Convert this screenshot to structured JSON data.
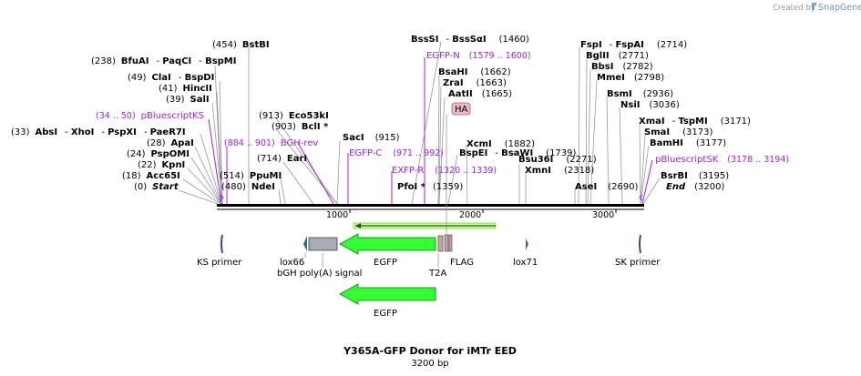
{
  "branding": {
    "created_by": "Created by",
    "name": "SnapGene"
  },
  "title": "Y365A-GFP Donor for iMTr EED",
  "length_label": "3200 bp",
  "total_bp": 3200,
  "ruler": {
    "ticks": [
      "1000",
      "2000",
      "3000"
    ]
  },
  "sites": [
    {
      "name": "BstBI",
      "pos": "(454)"
    },
    {
      "name": "BfuAI",
      "pre": "(238)",
      "extra": [
        "PaqCI",
        "BspMI"
      ]
    },
    {
      "name": "ClaI",
      "pre": "(49)",
      "extra": [
        "BspDI"
      ]
    },
    {
      "name": "HincII",
      "pre": "(41)"
    },
    {
      "name": "SalI",
      "pre": "(39)"
    },
    {
      "name": "AbsI",
      "pre": "(33)",
      "extra": [
        "XhoI",
        "PspXI",
        "PaeR7I"
      ]
    },
    {
      "name": "ApaI",
      "pre": "(28)"
    },
    {
      "name": "PspOMI",
      "pre": "(24)"
    },
    {
      "name": "KpnI",
      "pre": "(22)"
    },
    {
      "name": "Acc65I",
      "pre": "(18)"
    },
    {
      "name": "Start",
      "pre": "(0)"
    },
    {
      "name": "Eco53kI",
      "pre": "(913)"
    },
    {
      "name": "BclI *",
      "pre": "(903)"
    },
    {
      "name": "EarI",
      "pre": "(714)"
    },
    {
      "name": "PpuMI",
      "pre": "(514)"
    },
    {
      "name": "NdeI",
      "pre": "(480)"
    },
    {
      "name": "SacI",
      "pos": "(915)"
    },
    {
      "name": "BssSI",
      "extra": [
        "BssSαI"
      ],
      "pos": "(1460)"
    },
    {
      "name": "BsaHI",
      "pos": "(1662)"
    },
    {
      "name": "ZraI",
      "pos": "(1663)"
    },
    {
      "name": "AatII",
      "pos": "(1665)"
    },
    {
      "name": "BspEI",
      "extra": [
        "BsaWI"
      ],
      "pos": "(1739)"
    },
    {
      "name": "XcmI",
      "pos": "(1882)"
    },
    {
      "name": "PfoI *",
      "pos": "(1359)"
    },
    {
      "name": "Bsu36I",
      "pos": "(2271)"
    },
    {
      "name": "XmnI",
      "pos": "(2318)"
    },
    {
      "name": "FspI",
      "extra": [
        "FspAI"
      ],
      "pos": "(2714)"
    },
    {
      "name": "BglII",
      "pos": "(2771)"
    },
    {
      "name": "BbsI",
      "pos": "(2782)"
    },
    {
      "name": "MmeI",
      "pos": "(2798)"
    },
    {
      "name": "BsmI",
      "pos": "(2936)"
    },
    {
      "name": "NsiI",
      "pos": "(3036)"
    },
    {
      "name": "XmaI",
      "extra": [
        "TspMI"
      ],
      "pos": "(3171)"
    },
    {
      "name": "SmaI",
      "pos": "(3173)"
    },
    {
      "name": "BamHI",
      "pos": "(3177)"
    },
    {
      "name": "BsrBI",
      "pos": "(3195)"
    },
    {
      "name": "AseI",
      "pos": "(2690)"
    },
    {
      "name": "End",
      "pos": "(3200)"
    }
  ],
  "primer_sites": [
    {
      "name": "pBluescriptKS",
      "range": "(34 .. 50)"
    },
    {
      "name": "BGH-rev",
      "range": "(884 .. 901)"
    },
    {
      "name": "EGFP-N",
      "range": "(1579 .. 1600)"
    },
    {
      "name": "EGFP-C",
      "range": "(971 .. 992)"
    },
    {
      "name": "EXFP-R",
      "range": "(1320 .. 1339)"
    },
    {
      "name": "pBluescriptSK",
      "range": "(3178 .. 3194)"
    }
  ],
  "features": [
    {
      "name": "KS primer"
    },
    {
      "name": "lox66"
    },
    {
      "name": "bGH poly(A) signal"
    },
    {
      "name": "EGFP"
    },
    {
      "name": "T2A"
    },
    {
      "name": "FLAG"
    },
    {
      "name": "lox71"
    },
    {
      "name": "SK primer"
    },
    {
      "name": "HA"
    },
    {
      "name": "EGFP",
      "track": 2
    }
  ],
  "colors": {
    "egfp": "#33ff33",
    "egfp_stroke": "#2a8f2a",
    "bgh": "#a6acb5",
    "lox": "#2f6f7f",
    "t2a": "#c8a0a8",
    "primer": "#a020f0",
    "ha_fill": "#e9bcc4"
  }
}
